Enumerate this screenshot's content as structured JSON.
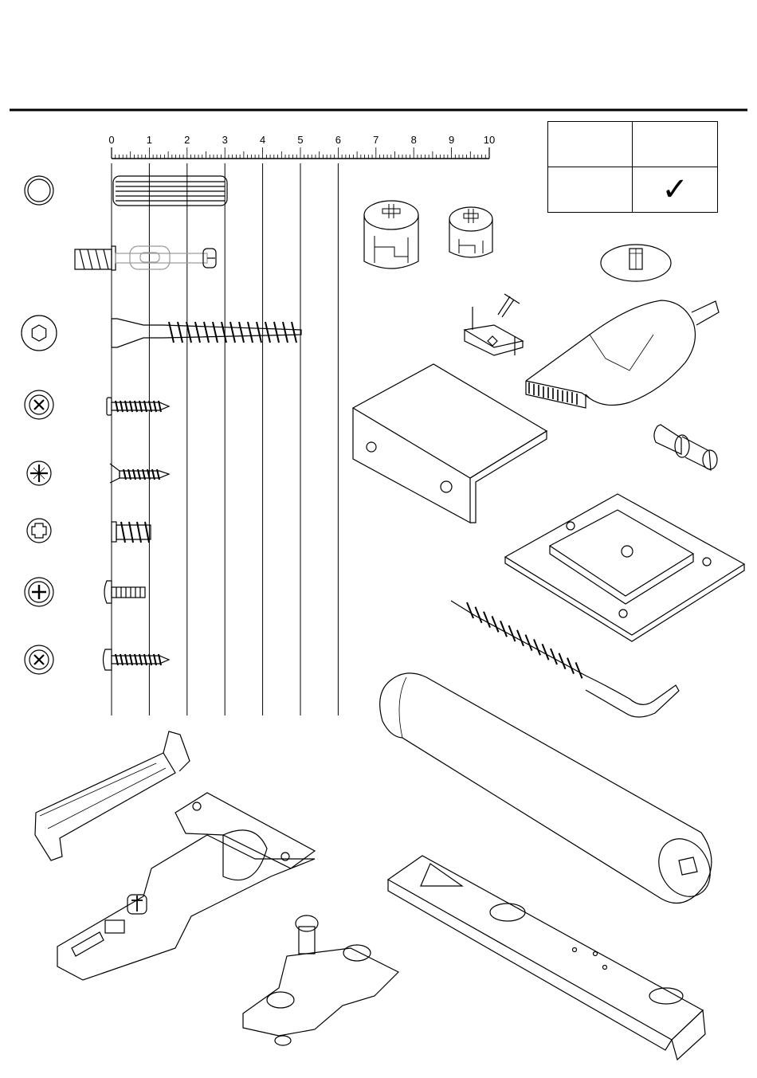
{
  "ruler": {
    "labels": [
      "0",
      "1",
      "2",
      "3",
      "4",
      "5",
      "6",
      "7",
      "8",
      "9",
      "10"
    ]
  },
  "check_table": {
    "rows": [
      [
        "",
        ""
      ],
      [
        "",
        "✓"
      ]
    ]
  },
  "icons": [
    "plain-head-icon",
    "hex-socket-head-icon",
    "pozi-head-icon",
    "pozi-star-head-icon",
    "cross-head-icon",
    "phillips-head-icon",
    "pozi-head-icon-2"
  ]
}
